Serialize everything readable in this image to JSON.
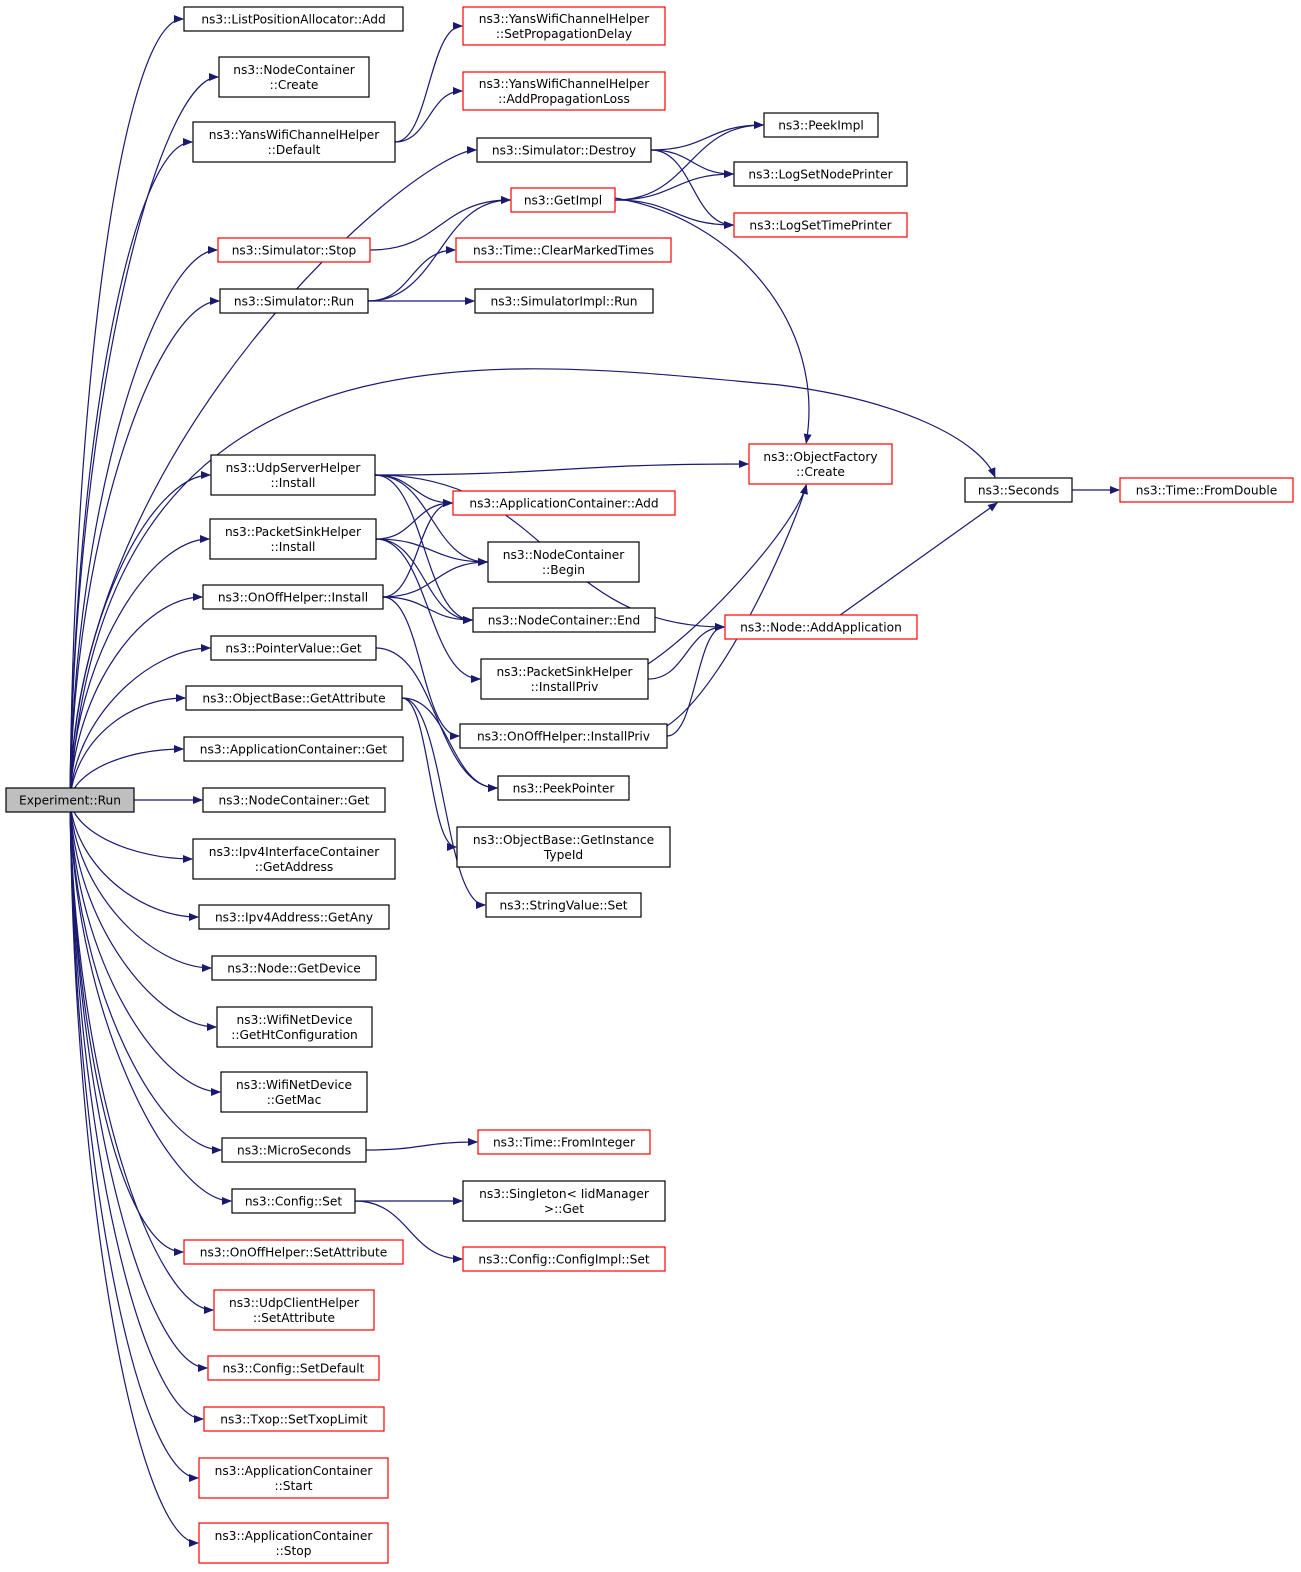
{
  "graph": {
    "edge_color": "#191970",
    "red_border": "#ff0000",
    "root_fill": "#bfbfbf",
    "nodes": [
      {
        "id": "run",
        "lines": [
          "Experiment::Run"
        ],
        "style": "root"
      },
      {
        "id": "lpaAdd",
        "lines": [
          "ns3::ListPositionAllocator::Add"
        ],
        "style": "black"
      },
      {
        "id": "ncCreate",
        "lines": [
          "ns3::NodeContainer",
          "::Create"
        ],
        "style": "black"
      },
      {
        "id": "ywDefault",
        "lines": [
          "ns3::YansWifiChannelHelper",
          "::Default"
        ],
        "style": "black"
      },
      {
        "id": "ywSetProp",
        "lines": [
          "ns3::YansWifiChannelHelper",
          "::SetPropagationDelay"
        ],
        "style": "red"
      },
      {
        "id": "ywAddProp",
        "lines": [
          "ns3::YansWifiChannelHelper",
          "::AddPropagationLoss"
        ],
        "style": "red"
      },
      {
        "id": "simDestroy",
        "lines": [
          "ns3::Simulator::Destroy"
        ],
        "style": "black"
      },
      {
        "id": "peekImpl",
        "lines": [
          "ns3::PeekImpl"
        ],
        "style": "black"
      },
      {
        "id": "logNode",
        "lines": [
          "ns3::LogSetNodePrinter"
        ],
        "style": "black"
      },
      {
        "id": "logTime",
        "lines": [
          "ns3::LogSetTimePrinter"
        ],
        "style": "red"
      },
      {
        "id": "getImpl",
        "lines": [
          "ns3::GetImpl"
        ],
        "style": "red"
      },
      {
        "id": "simStop",
        "lines": [
          "ns3::Simulator::Stop"
        ],
        "style": "red"
      },
      {
        "id": "clearMarked",
        "lines": [
          "ns3::Time::ClearMarkedTimes"
        ],
        "style": "red"
      },
      {
        "id": "simRun",
        "lines": [
          "ns3::Simulator::Run"
        ],
        "style": "black"
      },
      {
        "id": "simImplRun",
        "lines": [
          "ns3::SimulatorImpl::Run"
        ],
        "style": "black"
      },
      {
        "id": "seconds",
        "lines": [
          "ns3::Seconds"
        ],
        "style": "black"
      },
      {
        "id": "fromDouble",
        "lines": [
          "ns3::Time::FromDouble"
        ],
        "style": "red"
      },
      {
        "id": "ofCreate",
        "lines": [
          "ns3::ObjectFactory",
          "::Create"
        ],
        "style": "red"
      },
      {
        "id": "udpServer",
        "lines": [
          "ns3::UdpServerHelper",
          "::Install"
        ],
        "style": "black"
      },
      {
        "id": "appAdd",
        "lines": [
          "ns3::ApplicationContainer::Add"
        ],
        "style": "red"
      },
      {
        "id": "psInstall",
        "lines": [
          "ns3::PacketSinkHelper",
          "::Install"
        ],
        "style": "black"
      },
      {
        "id": "ncBegin",
        "lines": [
          "ns3::NodeContainer",
          "::Begin"
        ],
        "style": "black"
      },
      {
        "id": "onoffInstall",
        "lines": [
          "ns3::OnOffHelper::Install"
        ],
        "style": "black"
      },
      {
        "id": "ncEnd",
        "lines": [
          "ns3::NodeContainer::End"
        ],
        "style": "black"
      },
      {
        "id": "nodeAddApp",
        "lines": [
          "ns3::Node::AddApplication"
        ],
        "style": "red"
      },
      {
        "id": "pvGet",
        "lines": [
          "ns3::PointerValue::Get"
        ],
        "style": "black"
      },
      {
        "id": "psInstallPriv",
        "lines": [
          "ns3::PacketSinkHelper",
          "::InstallPriv"
        ],
        "style": "black"
      },
      {
        "id": "obGetAttr",
        "lines": [
          "ns3::ObjectBase::GetAttribute"
        ],
        "style": "black"
      },
      {
        "id": "onoffInstallPriv",
        "lines": [
          "ns3::OnOffHelper::InstallPriv"
        ],
        "style": "black"
      },
      {
        "id": "acGet",
        "lines": [
          "ns3::ApplicationContainer::Get"
        ],
        "style": "black"
      },
      {
        "id": "peekPointer",
        "lines": [
          "ns3::PeekPointer"
        ],
        "style": "black"
      },
      {
        "id": "ncGet",
        "lines": [
          "ns3::NodeContainer::Get"
        ],
        "style": "black"
      },
      {
        "id": "obGetInst",
        "lines": [
          "ns3::ObjectBase::GetInstance",
          "TypeId"
        ],
        "style": "black"
      },
      {
        "id": "ipv4IcGetAddr",
        "lines": [
          "ns3::Ipv4InterfaceContainer",
          "::GetAddress"
        ],
        "style": "black"
      },
      {
        "id": "strSet",
        "lines": [
          "ns3::StringValue::Set"
        ],
        "style": "black"
      },
      {
        "id": "ipv4GetAny",
        "lines": [
          "ns3::Ipv4Address::GetAny"
        ],
        "style": "black"
      },
      {
        "id": "nodeGetDev",
        "lines": [
          "ns3::Node::GetDevice"
        ],
        "style": "black"
      },
      {
        "id": "wndGetHt",
        "lines": [
          "ns3::WifiNetDevice",
          "::GetHtConfiguration"
        ],
        "style": "black"
      },
      {
        "id": "wndGetMac",
        "lines": [
          "ns3::WifiNetDevice",
          "::GetMac"
        ],
        "style": "black"
      },
      {
        "id": "micro",
        "lines": [
          "ns3::MicroSeconds"
        ],
        "style": "black"
      },
      {
        "id": "fromInteger",
        "lines": [
          "ns3::Time::FromInteger"
        ],
        "style": "red"
      },
      {
        "id": "cfgSet",
        "lines": [
          "ns3::Config::Set"
        ],
        "style": "black"
      },
      {
        "id": "singletonGet",
        "lines": [
          "ns3::Singleton< IidManager",
          ">::Get"
        ],
        "style": "black"
      },
      {
        "id": "cfgImplSet",
        "lines": [
          "ns3::Config::ConfigImpl::Set"
        ],
        "style": "red"
      },
      {
        "id": "onoffSetAttr",
        "lines": [
          "ns3::OnOffHelper::SetAttribute"
        ],
        "style": "red"
      },
      {
        "id": "udpClientSetAttr",
        "lines": [
          "ns3::UdpClientHelper",
          "::SetAttribute"
        ],
        "style": "red"
      },
      {
        "id": "cfgSetDefault",
        "lines": [
          "ns3::Config::SetDefault"
        ],
        "style": "red"
      },
      {
        "id": "txopLimit",
        "lines": [
          "ns3::Txop::SetTxopLimit"
        ],
        "style": "red"
      },
      {
        "id": "acStart",
        "lines": [
          "ns3::ApplicationContainer",
          "::Start"
        ],
        "style": "red"
      },
      {
        "id": "acStop",
        "lines": [
          "ns3::ApplicationContainer",
          "::Stop"
        ],
        "style": "red"
      }
    ],
    "edges": [
      [
        "run",
        "lpaAdd"
      ],
      [
        "run",
        "ncCreate"
      ],
      [
        "run",
        "ywDefault"
      ],
      [
        "run",
        "simDestroy"
      ],
      [
        "run",
        "simStop"
      ],
      [
        "run",
        "simRun"
      ],
      [
        "run",
        "seconds"
      ],
      [
        "run",
        "udpServer"
      ],
      [
        "run",
        "psInstall"
      ],
      [
        "run",
        "onoffInstall"
      ],
      [
        "run",
        "pvGet"
      ],
      [
        "run",
        "obGetAttr"
      ],
      [
        "run",
        "acGet"
      ],
      [
        "run",
        "ncGet"
      ],
      [
        "run",
        "ipv4IcGetAddr"
      ],
      [
        "run",
        "ipv4GetAny"
      ],
      [
        "run",
        "nodeGetDev"
      ],
      [
        "run",
        "wndGetHt"
      ],
      [
        "run",
        "wndGetMac"
      ],
      [
        "run",
        "micro"
      ],
      [
        "run",
        "cfgSet"
      ],
      [
        "run",
        "onoffSetAttr"
      ],
      [
        "run",
        "udpClientSetAttr"
      ],
      [
        "run",
        "cfgSetDefault"
      ],
      [
        "run",
        "txopLimit"
      ],
      [
        "run",
        "acStart"
      ],
      [
        "run",
        "acStop"
      ],
      [
        "ywDefault",
        "ywSetProp"
      ],
      [
        "ywDefault",
        "ywAddProp"
      ],
      [
        "simDestroy",
        "peekImpl"
      ],
      [
        "simDestroy",
        "logNode"
      ],
      [
        "simDestroy",
        "logTime"
      ],
      [
        "getImpl",
        "peekImpl"
      ],
      [
        "getImpl",
        "logNode"
      ],
      [
        "getImpl",
        "logTime"
      ],
      [
        "getImpl",
        "ofCreate"
      ],
      [
        "simStop",
        "getImpl"
      ],
      [
        "simRun",
        "getImpl"
      ],
      [
        "simRun",
        "clearMarked"
      ],
      [
        "simRun",
        "simImplRun"
      ],
      [
        "seconds",
        "fromDouble"
      ],
      [
        "udpServer",
        "ofCreate"
      ],
      [
        "udpServer",
        "nodeAddApp"
      ],
      [
        "udpServer",
        "appAdd"
      ],
      [
        "udpServer",
        "ncBegin"
      ],
      [
        "udpServer",
        "ncEnd"
      ],
      [
        "psInstall",
        "appAdd"
      ],
      [
        "psInstall",
        "ncBegin"
      ],
      [
        "psInstall",
        "ncEnd"
      ],
      [
        "psInstall",
        "psInstallPriv"
      ],
      [
        "onoffInstall",
        "appAdd"
      ],
      [
        "onoffInstall",
        "ncBegin"
      ],
      [
        "onoffInstall",
        "ncEnd"
      ],
      [
        "onoffInstall",
        "onoffInstallPriv"
      ],
      [
        "nodeAddApp",
        "seconds"
      ],
      [
        "psInstallPriv",
        "ofCreate"
      ],
      [
        "psInstallPriv",
        "nodeAddApp"
      ],
      [
        "onoffInstallPriv",
        "ofCreate"
      ],
      [
        "onoffInstallPriv",
        "nodeAddApp"
      ],
      [
        "pvGet",
        "peekPointer"
      ],
      [
        "obGetAttr",
        "peekPointer"
      ],
      [
        "obGetAttr",
        "obGetInst"
      ],
      [
        "obGetAttr",
        "strSet"
      ],
      [
        "micro",
        "fromInteger"
      ],
      [
        "cfgSet",
        "singletonGet"
      ],
      [
        "cfgSet",
        "cfgImplSet"
      ]
    ]
  }
}
